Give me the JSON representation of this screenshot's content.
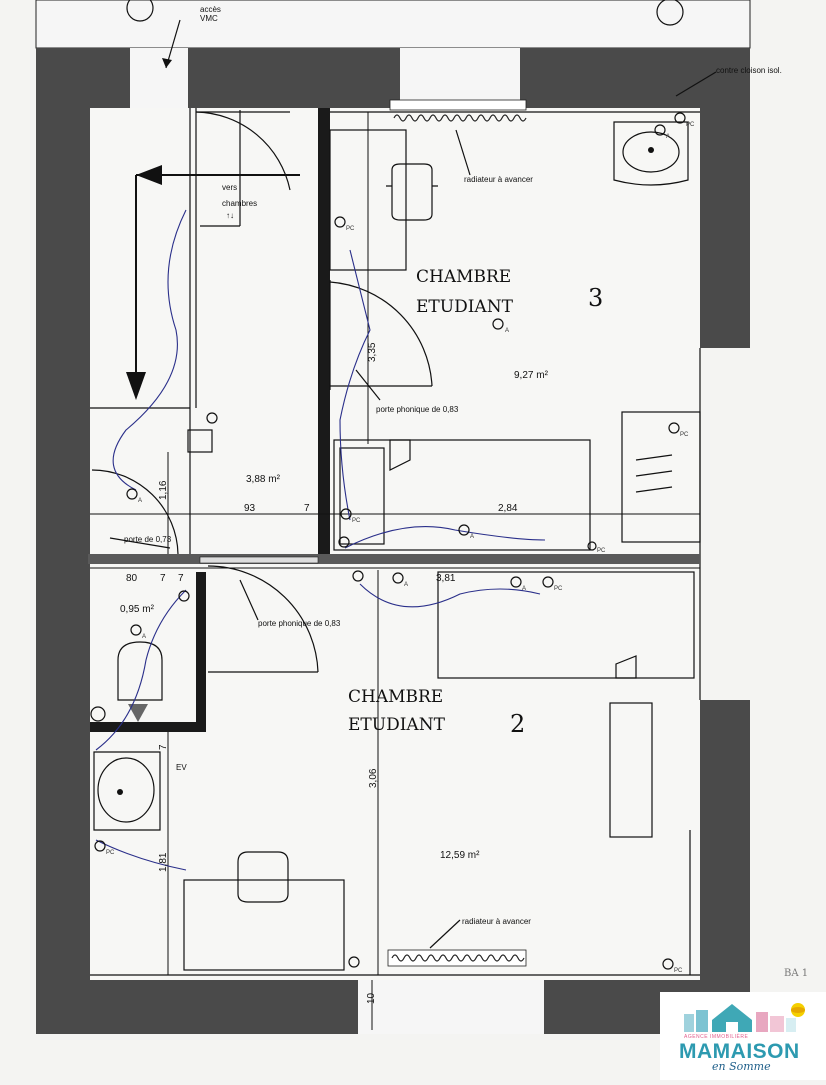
{
  "labels": {
    "vmc_line1": "accès",
    "vmc_line2": "VMC",
    "contre_cloison": "contre cloison isol.",
    "radiateur_top": "radiateur à avancer",
    "radiateur_bottom": "radiateur à avancer",
    "vers_line1": "vers",
    "vers_line2": "chambres",
    "porte_phonique_top": "porte phonique de 0,83",
    "porte_phonique_bottom": "porte phonique de 0,83",
    "porte_073": "porte de 0,73",
    "ev": "EV"
  },
  "rooms": {
    "room3_line1": "CHAMBRE",
    "room3_line2": "ETUDIANT",
    "room3_number": "3",
    "room2_line1": "CHAMBRE",
    "room2_line2": "ETUDIANT",
    "room2_number": "2"
  },
  "areas": {
    "room3": "9,27 m²",
    "corridor": "3,88 m²",
    "wc": "0,95 m²",
    "room2": "12,59 m²"
  },
  "dimensions": {
    "d335": "3,35",
    "d116": "1,16",
    "d93": "93",
    "d7a": "7",
    "d284": "2,84",
    "d80": "80",
    "d7b": "7",
    "d7c": "7",
    "d381": "3,81",
    "d306": "3,06",
    "d181": "1,81",
    "d7d": "7",
    "d10": "10"
  },
  "symbols": {
    "pc": "PC",
    "a": "A"
  },
  "logo": {
    "tagline": "AGENCE IMMOBILIÈRE",
    "name": "MAMAISON",
    "sub": "en Somme"
  },
  "corner_mark": "BA 1"
}
